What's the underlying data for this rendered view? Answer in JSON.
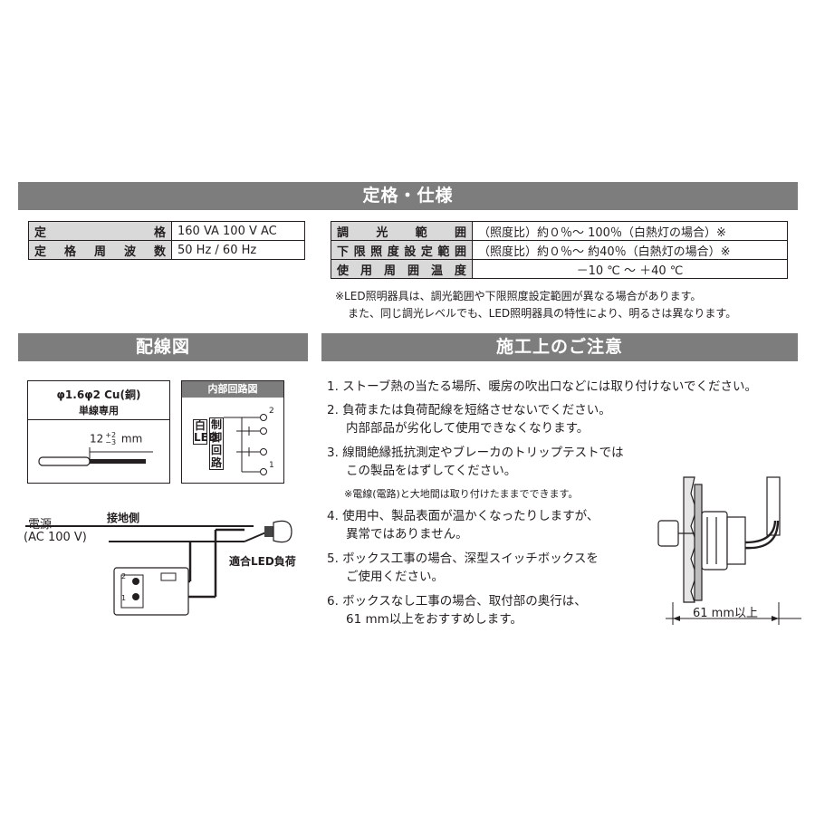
{
  "spec": {
    "title": "定格・仕様",
    "left_rows": [
      {
        "label": "定格",
        "value": "160 VA 100 V AC"
      },
      {
        "label": "定格周波数",
        "value": "50 Hz / 60 Hz"
      }
    ],
    "right_rows": [
      {
        "label": "調光範囲",
        "value": "（照度比）約０％～ 100％（白熱灯の場合）※"
      },
      {
        "label": "下限照度設定範囲",
        "value": "（照度比）約０％～ 約40％（白熱灯の場合）※"
      },
      {
        "label": "使用周囲温度",
        "value": "－10 ℃ ～ ＋40 ℃"
      }
    ],
    "note_1": "※LED照明器具は、調光範囲や下限照度設定範囲が異なる場合があります。",
    "note_2": "また、同じ調光レベルでも、LED照明器具の特性により、明るさは異なります。"
  },
  "wiring": {
    "title": "配線図",
    "wire_spec": "φ1.6φ2 Cu(銅)",
    "wire_type": "単線専用",
    "strip_length": "12",
    "tol_plus": "+2",
    "tol_minus": "−3",
    "unit": "mm",
    "internal_title": "内部回路図",
    "led_label": "白LED",
    "control_label": "制御回路",
    "term_2": "2",
    "term_1": "1",
    "power_label": "電源",
    "power_value": "(AC 100 V)",
    "ground_label": "接地側",
    "load_label": "適合LED負荷",
    "box_term_2": "2",
    "box_term_1": "1"
  },
  "caution": {
    "title": "施工上のご注意",
    "items": [
      {
        "text": "1. ストーブ熱の当たる場所、暖房の吹出口などには取り付けないでください。"
      },
      {
        "text": "2. 負荷または負荷配線を短絡させないでください。",
        "sub": "内部部品が劣化して使用できなくなります。"
      },
      {
        "text": "3. 線間絶縁抵抗測定やブレーカのトリップテストでは",
        "sub": "この製品をはずしてください。",
        "note": "※電線(電路)と大地間は取り付けたままでできます。"
      },
      {
        "text": "4. 使用中、製品表面が温かくなったりしますが、",
        "sub": "異常ではありません。"
      },
      {
        "text": "5. ボックス工事の場合、深型スイッチボックスを",
        "sub": "ご使用ください。"
      },
      {
        "text": "6. ボックスなし工事の場合、取付部の奥行は、",
        "sub": "61 mm以上をおすすめします。"
      }
    ],
    "depth_label": "61 mm以上"
  }
}
